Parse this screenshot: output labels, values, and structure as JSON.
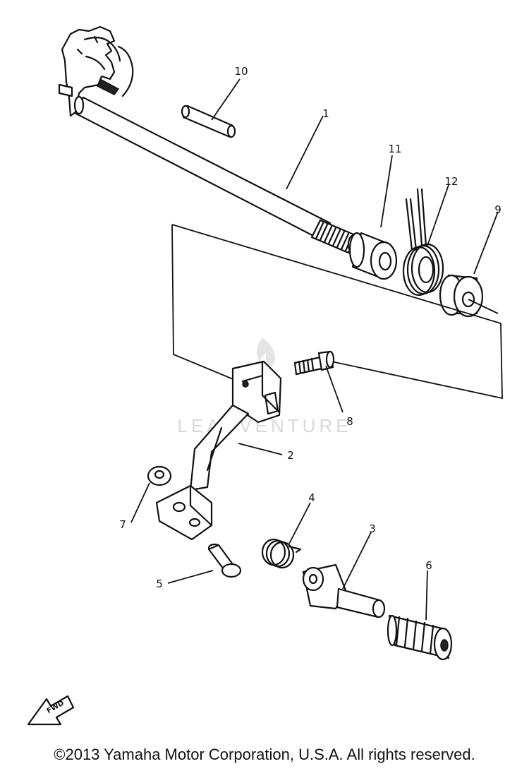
{
  "parts": [
    {
      "number": "1",
      "name": "shift-shaft"
    },
    {
      "number": "2",
      "name": "shift-lever-arm"
    },
    {
      "number": "3",
      "name": "shift-pedal-pivot"
    },
    {
      "number": "4",
      "name": "torsion-spring"
    },
    {
      "number": "5",
      "name": "pin"
    },
    {
      "number": "6",
      "name": "pedal-rubber"
    },
    {
      "number": "7",
      "name": "washer"
    },
    {
      "number": "8",
      "name": "bolt"
    },
    {
      "number": "9",
      "name": "oil-seal"
    },
    {
      "number": "10",
      "name": "dowel-pin"
    },
    {
      "number": "11",
      "name": "collar"
    },
    {
      "number": "12",
      "name": "return-spring"
    }
  ],
  "watermark": "LEADVENTURE",
  "fwd_label": "FWD",
  "copyright": "©2013 Yamaha Motor Corporation, U.S.A. All rights reserved.",
  "colors": {
    "ink": "#111111",
    "background": "#ffffff",
    "watermark": "#d9d9d9"
  }
}
